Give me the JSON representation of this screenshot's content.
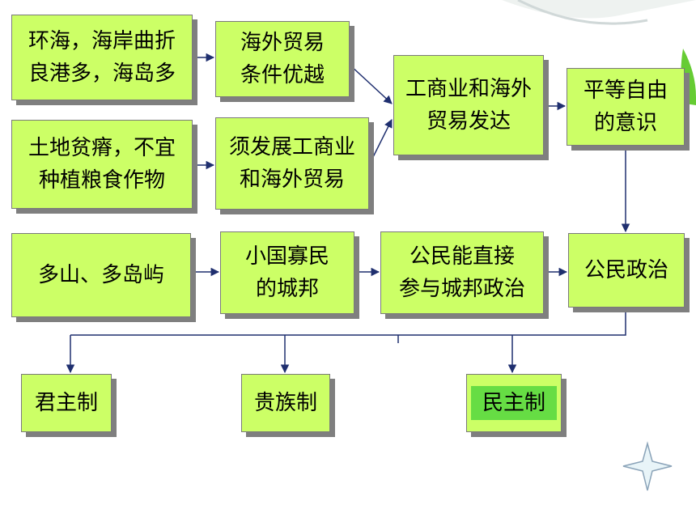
{
  "boxes": {
    "b1": "环海，海岸曲折\n良港多，海岛多",
    "b2": "海外贸易\n条件优越",
    "b3": "土地贫瘠，不宜\n种植粮食作物",
    "b4": "须发展工商业\n和海外贸易",
    "b5": "工商业和海外\n贸易发达",
    "b6": "平等自由\n的意识",
    "b7": "多山、多岛屿",
    "b8": "小国寡民\n的城邦",
    "b9": "公民能直接\n参与城邦政治",
    "b10": "公民政治",
    "b11": "君主制",
    "b12": "贵族制",
    "b13": "民主制"
  },
  "colors": {
    "box_fill": "#ccff66",
    "highlight_fill": "#66dd44",
    "arrow": "#1f2f6f",
    "corner_leaf": "#66cc33"
  }
}
